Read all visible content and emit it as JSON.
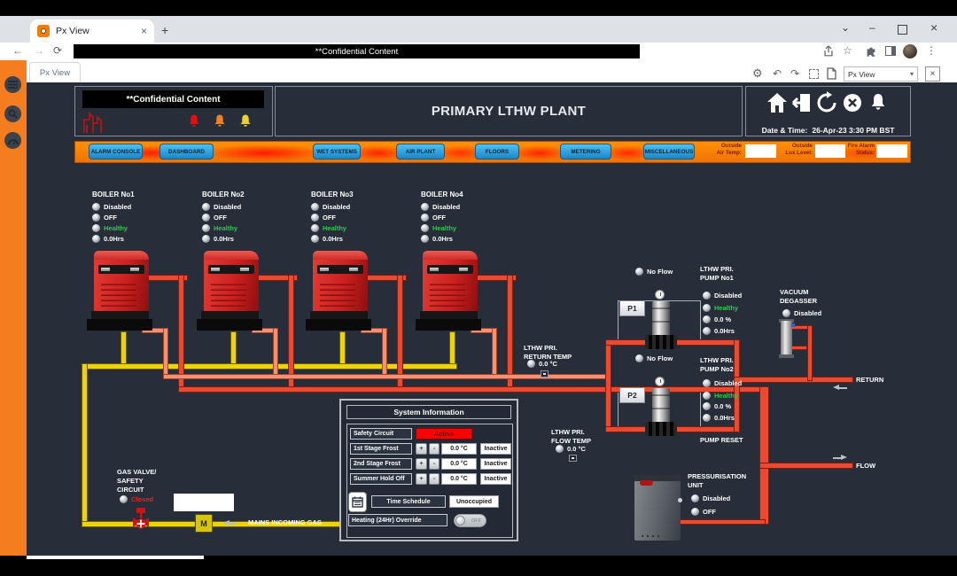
{
  "browser": {
    "tab_title": "Px View",
    "address_text": "**Confidential Content"
  },
  "icons": {
    "back": "←",
    "forward": "→",
    "reload": "⟳",
    "star": "☆",
    "kebab": "⋮",
    "chevron_down": "⌄",
    "minimize": "–",
    "close_x": "×",
    "new_tab": "+",
    "tab_close": "×",
    "gear": "⚙",
    "undo": "↶",
    "redo": "↷",
    "select_caret": "▾"
  },
  "app_toolbar": {
    "tab_label": "Px View",
    "view_selector": "Px View"
  },
  "header": {
    "confidential": "**Confidential Content",
    "title": "PRIMARY LTHW PLANT",
    "datetime_label": "Date & Time:",
    "datetime_value": "26-Apr-23 3:30 PM BST"
  },
  "nav": {
    "buttons": [
      "ALARM CONSOLE",
      "DASHBOARD",
      "WET SYSTEMS",
      "AIR PLANT",
      "FLOORS",
      "METERING",
      "MISCELLANEOUS"
    ],
    "fields": [
      {
        "label": "Outside\nAir Temp:",
        "value": ""
      },
      {
        "label": "Outside\nLux Level:",
        "value": ""
      },
      {
        "label": "Fire Alarm\nStatus:",
        "value": ""
      }
    ]
  },
  "plant": {
    "boilers": {
      "names": [
        "BOILER No1",
        "BOILER No2",
        "BOILER No3",
        "BOILER No4"
      ],
      "statuses": [
        {
          "label": "Disabled"
        },
        {
          "label": "OFF"
        },
        {
          "label": "Healthy"
        },
        {
          "label": "0.0Hrs"
        }
      ]
    },
    "pumps": [
      {
        "name": "LTHW PRI.\nPUMP No1",
        "tag": "P1",
        "flow_status": "No Flow",
        "statuses": [
          "Disabled",
          "Healthy",
          "0.0 %",
          "0.0Hrs"
        ]
      },
      {
        "name": "LTHW PRI.\nPUMP No2",
        "tag": "P2",
        "flow_status": "No Flow",
        "statuses": [
          "Disabled",
          "Healthy",
          "0.0 %",
          "0.0Hrs"
        ]
      }
    ],
    "pump_reset": "PUMP RESET",
    "degasser": {
      "name": "VACUUM\nDEGASSER",
      "status": "Disabled"
    },
    "pressurisation": {
      "name": "PRESSURISATION\nUNIT",
      "statuses": [
        "Disabled",
        "OFF"
      ]
    },
    "return_temp": {
      "name": "LTHW PRI.\nRETURN TEMP",
      "value": "0.0 °C"
    },
    "flow_temp": {
      "name": "LTHW PRI.\nFLOW TEMP",
      "value": "0.0 °C"
    },
    "gas": {
      "name": "GAS VALVE/\nSAFETY\nCIRCUIT",
      "status": "Closed",
      "meter_label": "M",
      "mains_label": "MAINS INCOMING GAS"
    },
    "pipe_labels": {
      "return": "RETURN",
      "flow": "FLOW"
    }
  },
  "system_info": {
    "title": "System Information",
    "safety": {
      "label": "Safety Circuit",
      "value": "Active"
    },
    "plus": "+",
    "minus": "-",
    "setpoints": [
      {
        "label": "1st Stage Frost",
        "value": "0.0 °C",
        "state": "Inactive"
      },
      {
        "label": "2nd Stage Frost",
        "value": "0.0 °C",
        "state": "Inactive"
      },
      {
        "label": "Summer Hold Off",
        "value": "0.0 °C",
        "state": "Inactive"
      }
    ],
    "schedule": {
      "label": "Time Schedule",
      "value": "Unoccupied"
    },
    "override": {
      "label": "Heating (24Hr) Override",
      "state": "OFF"
    }
  },
  "colors": {
    "accent_orange": "#f57d20",
    "pipe_red": "#ea4a31",
    "pipe_salmon": "#f59075",
    "gas_yellow": "#efd30a",
    "healthy_green": "#2ec94e",
    "alarm_red": "#fa0202",
    "nav_button_blue": "#2b9fd8"
  }
}
